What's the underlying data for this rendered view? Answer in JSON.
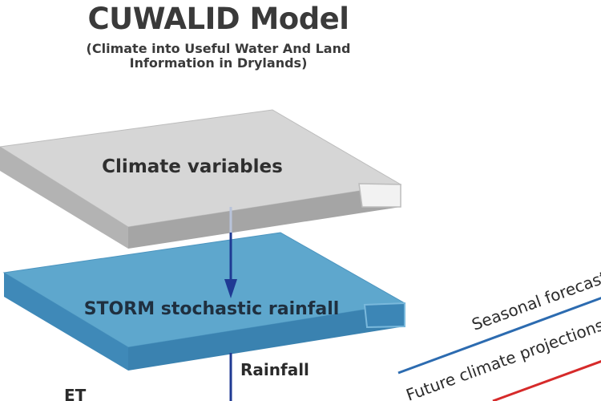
{
  "header": {
    "title": "CUWALID Model",
    "subtitle_line1": "(Climate into Useful Water And Land",
    "subtitle_line2": "Information in Drylands)"
  },
  "diagram": {
    "climate_layer": "Climate variables",
    "storm_layer": "STORM stochastic rainfall",
    "rainfall_label": "Rainfall",
    "et_label": "ET",
    "seasonal_label": "Seasonal forecasts",
    "future_label": "Future climate projections"
  },
  "colors": {
    "climate_top": "#d4d4d4",
    "climate_side": "#a9a9a9",
    "storm_top": "#5ba4cb",
    "storm_side": "#3a85b3",
    "arrow": "#1f3a93",
    "seasonal_line": "#2c6bb0",
    "future_line": "#d62a2a"
  }
}
